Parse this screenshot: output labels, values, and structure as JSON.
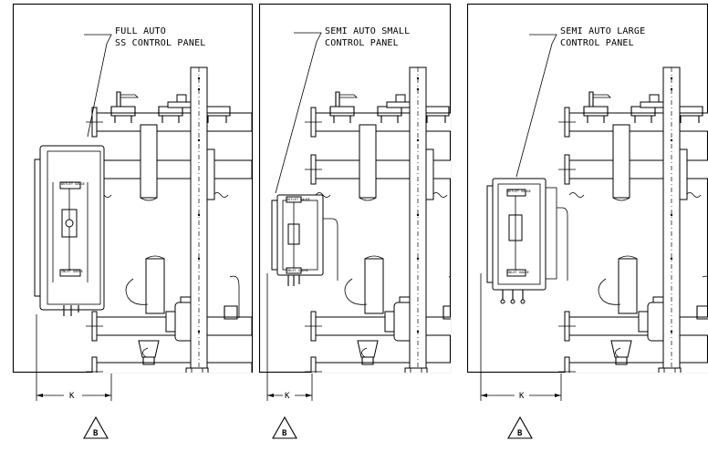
{
  "panels": [
    {
      "label_line1": "FULL AUTO",
      "label_line2": "SS CONTROL PANEL",
      "gauge_top": "OUTLET GAUGE",
      "gauge_bottom": "INLET GAUGE",
      "dimension": "K",
      "revision": "B"
    },
    {
      "label_line1": "SEMI AUTO SMALL",
      "label_line2": "CONTROL PANEL",
      "gauge_top": "OUTLET GAUGE",
      "gauge_bottom": "INLET GAUGE",
      "dimension": "K",
      "revision": "B"
    },
    {
      "label_line1": "SEMI AUTO LARGE",
      "label_line2": "CONTROL PANEL",
      "gauge_top": "OUTLET GAUGE",
      "gauge_bottom": "INLET GAUGE",
      "dimension": "K",
      "revision": "B"
    }
  ],
  "colors": {
    "line": "#000000",
    "background": "#ffffff"
  }
}
